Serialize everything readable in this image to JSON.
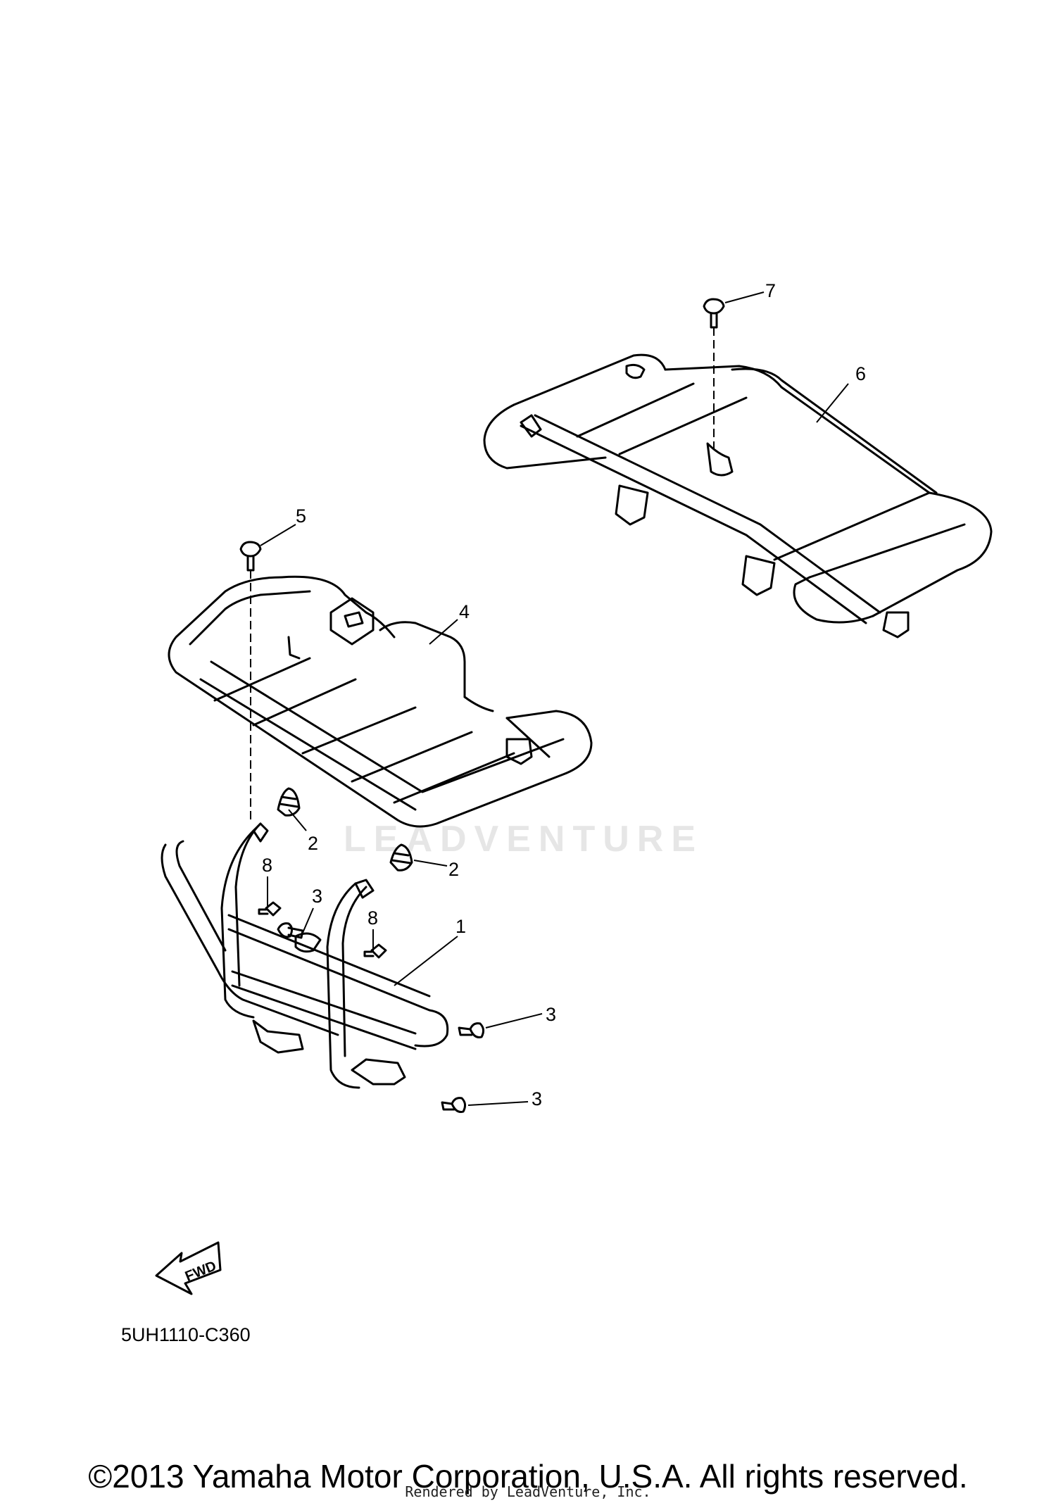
{
  "callouts": {
    "c1": "1",
    "c2a": "2",
    "c2b": "2",
    "c3a": "3",
    "c3b": "3",
    "c3c": "3",
    "c4": "4",
    "c5": "5",
    "c6": "6",
    "c7": "7",
    "c8a": "8",
    "c8b": "8"
  },
  "fwd_label": "FWD",
  "diagram_code": "5UH1110-C360",
  "watermark_text": "LEADVENTURE",
  "copyright": "©2013 Yamaha Motor Corporation, U.S.A. All rights reserved.",
  "rendered_by": "Rendered by LeadVenture, Inc."
}
